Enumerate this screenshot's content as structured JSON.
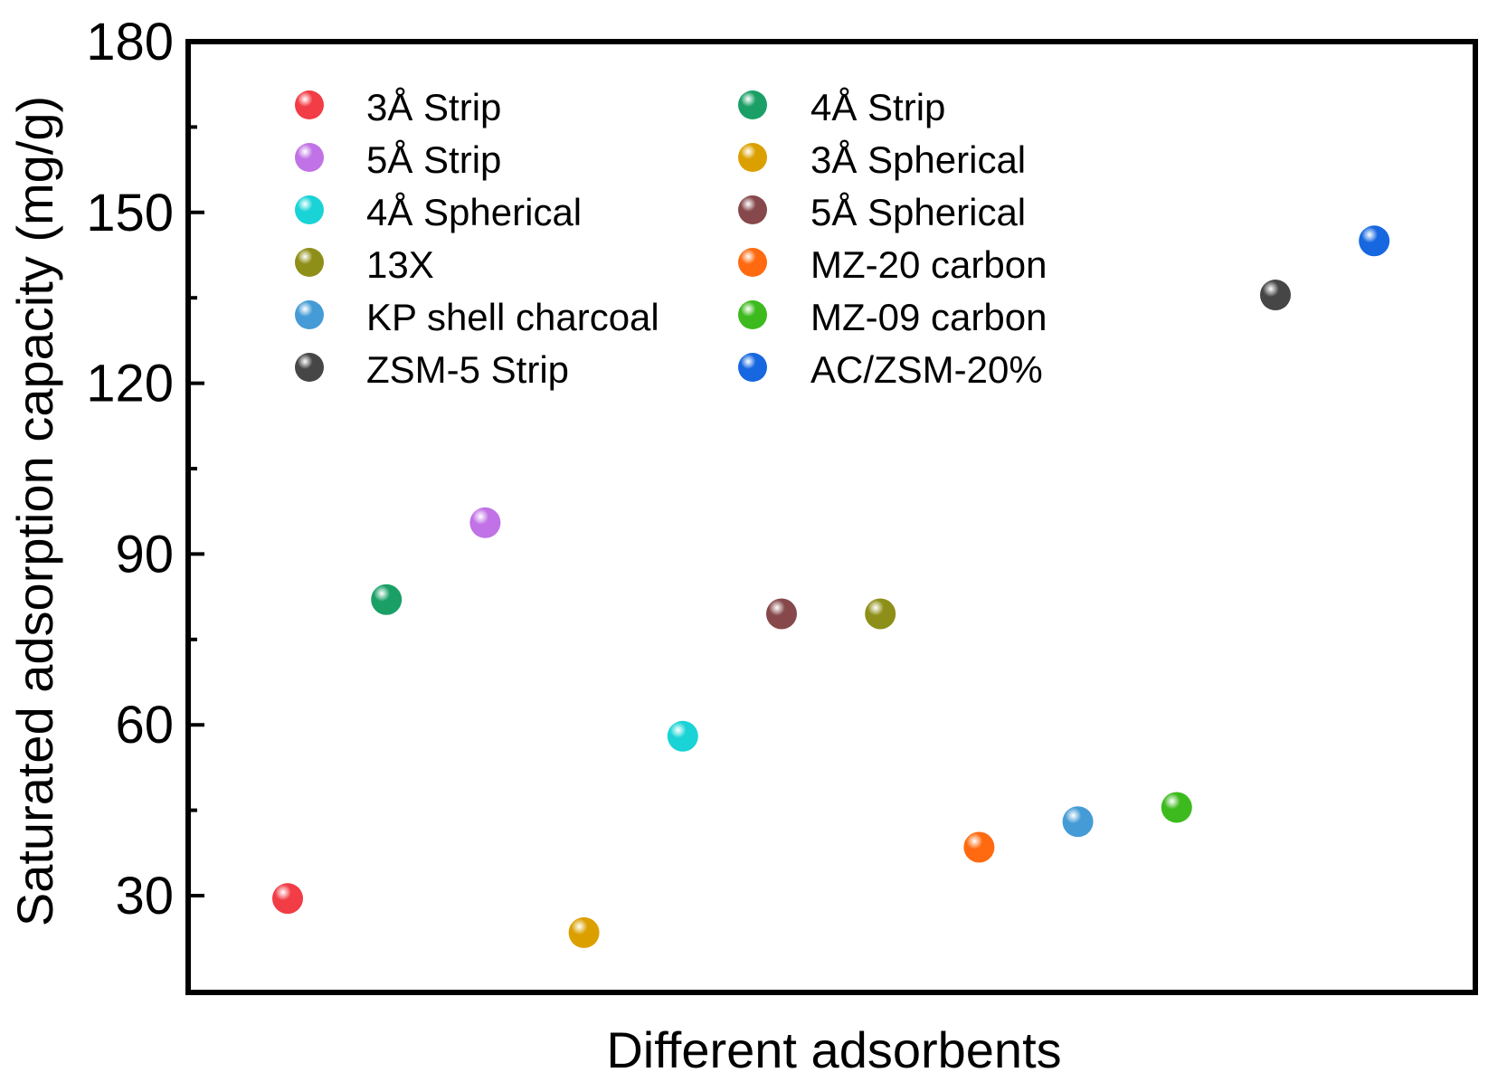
{
  "chart_data": {
    "type": "scatter",
    "title": "",
    "xlabel": "Different adsorbents",
    "ylabel": "Saturated adsorption capacity (mg/g)",
    "ylim": [
      13,
      180
    ],
    "xlim": [
      0,
      12
    ],
    "yticks": [
      30,
      60,
      90,
      120,
      150,
      180
    ],
    "y_minor_step": 15,
    "grid": false,
    "legend_position": "top-left, two columns",
    "series": [
      {
        "name": "3Å Strip",
        "x": 1,
        "y": 29.5,
        "color": "#f23c46"
      },
      {
        "name": "4Å Strip",
        "x": 2,
        "y": 82.0,
        "color": "#1aa066"
      },
      {
        "name": "5Å Strip",
        "x": 3,
        "y": 95.5,
        "color": "#c072e6"
      },
      {
        "name": "3Å Spherical",
        "x": 4,
        "y": 23.5,
        "color": "#dba000"
      },
      {
        "name": "4Å Spherical",
        "x": 5,
        "y": 58.0,
        "color": "#19d3d6"
      },
      {
        "name": "5Å Spherical",
        "x": 6,
        "y": 79.5,
        "color": "#86484a"
      },
      {
        "name": "13X",
        "x": 7,
        "y": 79.5,
        "color": "#8e8f18"
      },
      {
        "name": "MZ-20 carbon",
        "x": 8,
        "y": 38.5,
        "color": "#ff6a10"
      },
      {
        "name": "KP shell charcoal",
        "x": 9,
        "y": 43.0,
        "color": "#459bd6"
      },
      {
        "name": "MZ-09 carbon",
        "x": 10,
        "y": 45.5,
        "color": "#3dba1e"
      },
      {
        "name": "ZSM-5 Strip",
        "x": 11,
        "y": 135.5,
        "color": "#464646"
      },
      {
        "name": "AC/ZSM-20%",
        "x": 12,
        "y": 145.0,
        "color": "#1667e0"
      }
    ]
  }
}
